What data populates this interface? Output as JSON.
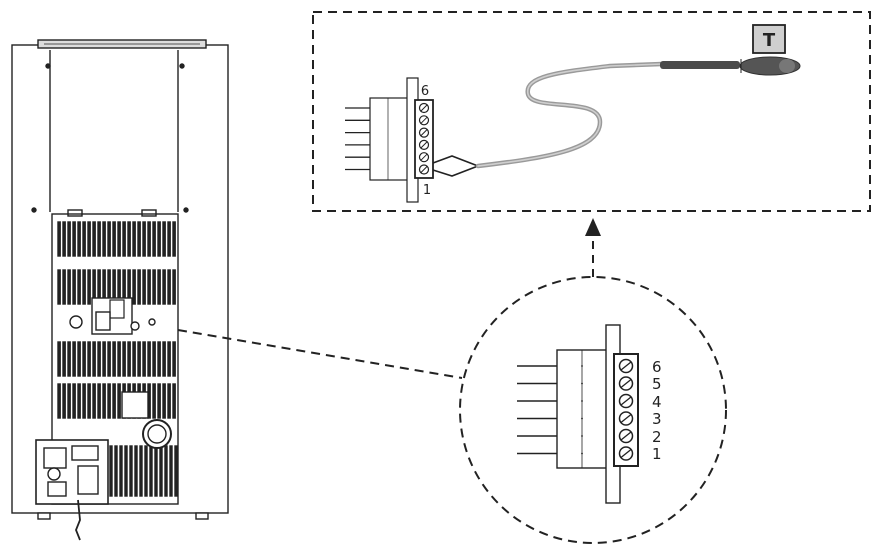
{
  "detail_box": {
    "sensor_label": "T",
    "terminal_top_label": "6",
    "terminal_bottom_label": "1"
  },
  "zoom_circle": {
    "terminal_labels": [
      "6",
      "5",
      "4",
      "3",
      "2",
      "1"
    ]
  },
  "colors": {
    "line": "#222222",
    "cable": "#9a9a9a",
    "probe": "#444444",
    "label_bg": "#cfcfcf"
  }
}
